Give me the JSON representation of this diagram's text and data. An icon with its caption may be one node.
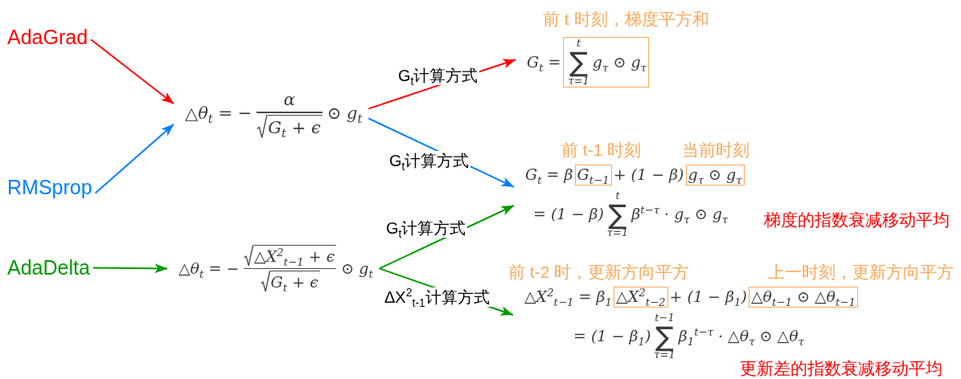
{
  "diagram": {
    "nodes": [
      {
        "text": [
          "AdaGrad"
        ]
      },
      {
        "text": [
          "G$_{t}$ ="
        ]
      },
      {
        "text": [
          "t",
          "∑",
          "τ=1",
          "g$_{τ}$ ⊙ g$_{τ}$"
        ],
        "in": 1,
        "beside": [
          "前 t 时刻，梯度平方和"
        ]
      },
      {
        "text": [
          "△θ$_{t}$ = −",
          "α",
          "G$_{t}$ + ϵ",
          "⊙ g$_{t}$"
        ]
      },
      {
        "text": [
          "G$_{t}$ = β",
          "+ (1 − β)",
          "= (1 − β)",
          "t",
          "∑",
          "τ=1",
          "β$^{t−τ}$ · g$_{τ}$ ⊙ g$_{τ}$"
        ],
        "beside": [
          "梯度的指数衰减移动平均"
        ]
      },
      {
        "text": [
          "G$_{t−1}$"
        ],
        "in": 4,
        "beside": [
          "前 t-1 时刻"
        ]
      },
      {
        "text": [
          "g$_{τ}$ ⊙ g$_{τ}$"
        ],
        "in": 4,
        "beside": [
          "当前时刻"
        ]
      },
      {
        "text": [
          "RMSprop"
        ]
      },
      {
        "text": [
          "AdaDelta"
        ]
      },
      {
        "text": [
          "△θ$_{t}$ = −",
          "△X$^{2}$$_{t−1}$ + ϵ",
          "G$_{t}$ + ϵ",
          "⊙ g$_{t}$"
        ]
      },
      {
        "text": [
          "△X$^{2}$$_{t−1}$ = β$_{1}$",
          "+ (1 − β$_{1}$)",
          "= (1 − β$_{1}$)",
          "t−1",
          "∑",
          "τ=1",
          "β$_{1}$$^{t−τ}$ · △θ$_{τ}$ ⊙ △θ$_{τ}$"
        ],
        "beside": [
          "更新差的指数衰减移动平均"
        ]
      },
      {
        "text": [
          "△X$^{2}$$_{t−2}$"
        ],
        "in": 10,
        "beside": [
          "前 t-2 时，更新方向平方"
        ]
      },
      {
        "text": [
          "△θ$_{t−1}$ ⊙ △θ$_{t−1}$"
        ],
        "in": 10,
        "beside": [
          "上一时刻，更新方向平方"
        ]
      }
    ],
    "edges": [
      {
        "from": 0,
        "to": 3,
        "arrow": "to",
        "color": "#ff0000"
      },
      {
        "from": 7,
        "to": 3,
        "arrow": "to",
        "color": "#007fff"
      },
      {
        "from": 8,
        "to": 9,
        "arrow": "to",
        "color": "#009900"
      },
      {
        "from": 3,
        "to": 1,
        "arrow": "to",
        "label": "G$_{t}$计算方式",
        "color": "#ff0000"
      },
      {
        "from": 3,
        "to": 4,
        "arrow": "to",
        "label": "G$_{t}$计算方式",
        "color": "#007fff"
      },
      {
        "from": 9,
        "to": 4,
        "arrow": "to",
        "label": "G$_{t}$计算方式",
        "color": "#009900"
      },
      {
        "from": 9,
        "to": 10,
        "arrow": "to",
        "label": "ΔX$^{2}$$_{t-1}$计算方式",
        "color": "#009900"
      }
    ]
  }
}
